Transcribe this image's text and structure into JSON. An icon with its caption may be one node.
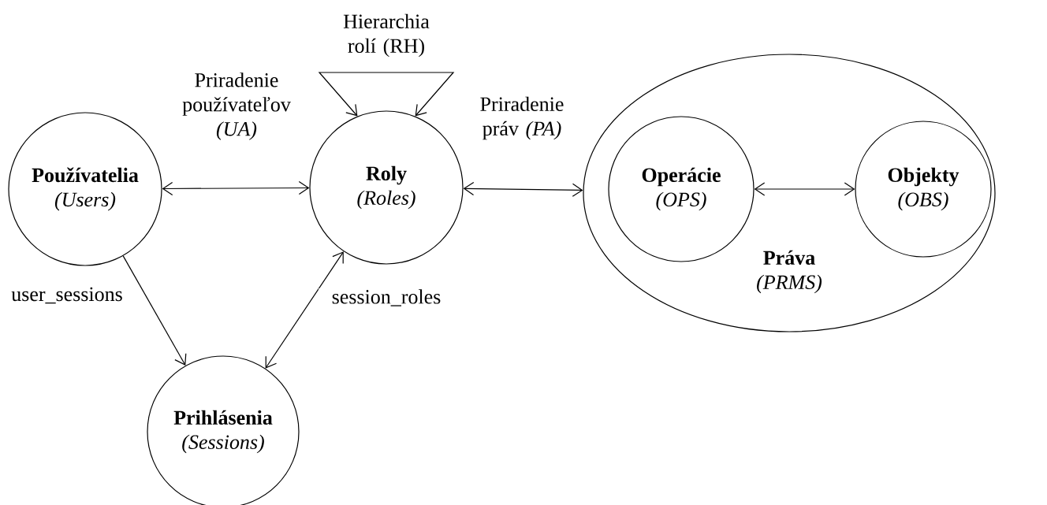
{
  "diagram": {
    "nodes": [
      {
        "text": [
          "Používatelia",
          "(Users)"
        ]
      },
      {
        "text": [
          "Roly",
          "(Roles)"
        ]
      },
      {
        "text": [
          "Práva",
          "(PRMS)"
        ]
      },
      {
        "text": [
          "Operácie",
          "(OPS)"
        ],
        "in": 2
      },
      {
        "text": [
          "Objekty",
          "(OBS)"
        ],
        "in": 2
      },
      {
        "text": [
          "Prihlásenia",
          "(Sessions)"
        ]
      }
    ],
    "edges": [
      {
        "from": 0,
        "to": 1,
        "arrow": "both",
        "label": "Priradenie používateľov *(UA)*"
      },
      {
        "from": 1,
        "to": 1,
        "arrow": "both",
        "label": "Hierarchia rolí (RH)"
      },
      {
        "from": 1,
        "to": 2,
        "arrow": "both",
        "label": "Priradenie práv *(PA)*"
      },
      {
        "from": 3,
        "to": 4,
        "arrow": "both"
      },
      {
        "from": 0,
        "to": 5,
        "arrow": "to",
        "label": "user_sessions"
      },
      {
        "from": 5,
        "to": 1,
        "arrow": "both",
        "label": "session_roles"
      }
    ]
  }
}
